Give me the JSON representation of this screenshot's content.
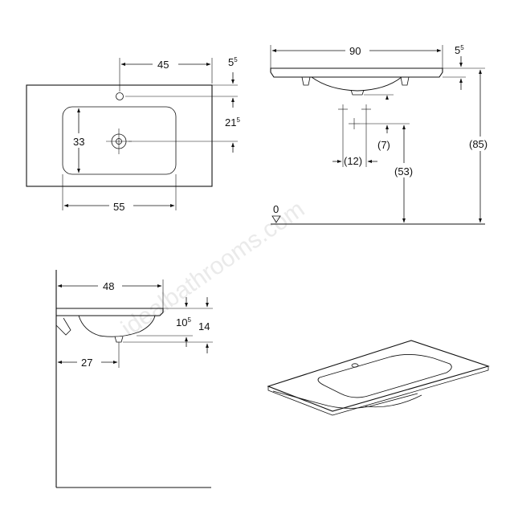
{
  "watermark": "idealbathrooms.com",
  "top_view": {
    "dim_tap_offset": "45",
    "dim_edge_to_hole_main": "5",
    "dim_edge_to_hole_sup": "5",
    "dim_bowl_depth_main": "21",
    "dim_bowl_depth_sup": "5",
    "dim_bowl_height": "33",
    "dim_bowl_width": "55"
  },
  "front_view": {
    "dim_total_width": "90",
    "dim_top_thickness_main": "5",
    "dim_top_thickness_sup": "5",
    "dim_waste_offset": "(7)",
    "dim_waste_spacing": "(12)",
    "dim_waste_height": "(53)",
    "dim_total_height": "(85)",
    "floor_label": "0"
  },
  "side_view": {
    "dim_depth": "48",
    "dim_bowl_inner_main": "10",
    "dim_bowl_inner_sup": "5",
    "dim_bowl_total": "14",
    "dim_waste_from_wall": "27"
  }
}
